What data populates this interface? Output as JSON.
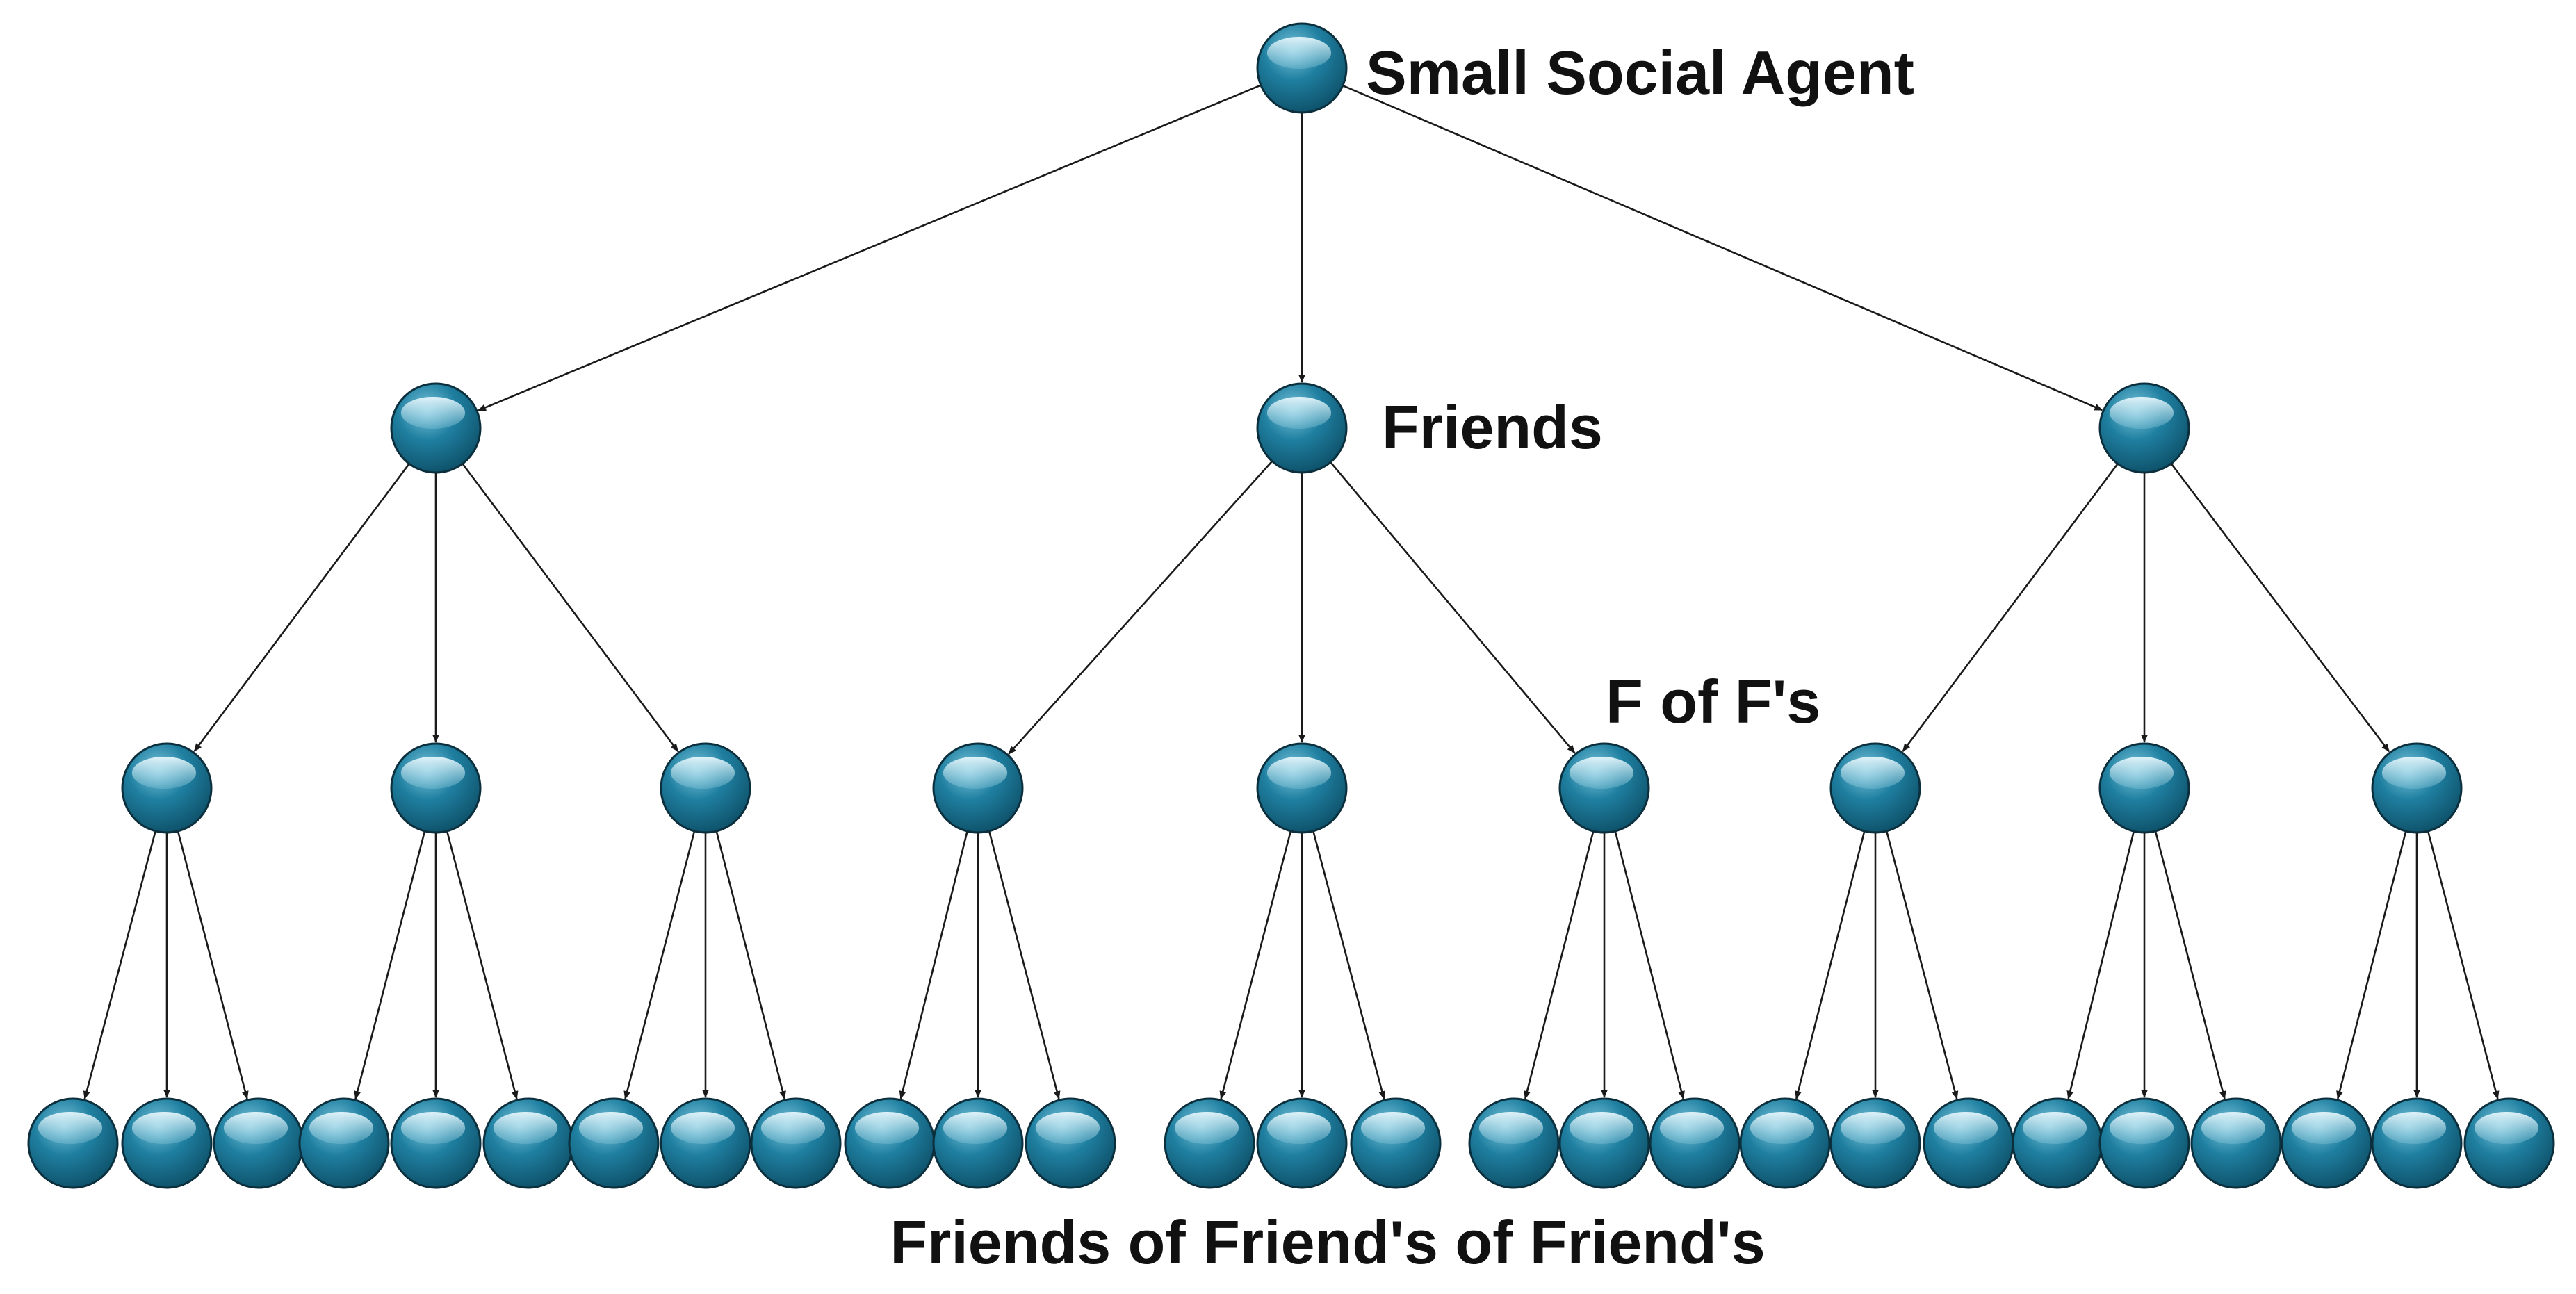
{
  "labels": {
    "root": "Small Social Agent",
    "level1": "Friends",
    "level2": "F of F's",
    "level3": "Friends of Friend's of Friend's"
  },
  "tree": {
    "levels": 4,
    "children_per_node": 3
  },
  "colors": {
    "node_fill": "#1f7fa0",
    "node_dark": "#0d4e66",
    "node_highlight": "#bfe6f2",
    "edge": "#1a1a1a",
    "text": "#111111"
  }
}
